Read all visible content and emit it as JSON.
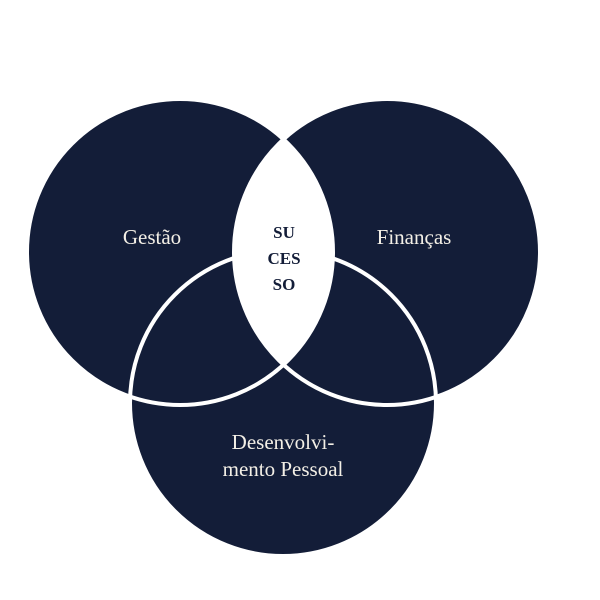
{
  "colors": {
    "circle": "#131d38",
    "outline": "#ffffff",
    "center": "#ffffff"
  },
  "circles": {
    "left": "Gestão",
    "right": "Finanças",
    "bottom_line1": "Desenvolvi-",
    "bottom_line2": "mento Pessoal"
  },
  "center": {
    "line1": "SU",
    "line2": "CES",
    "line3": "SO"
  }
}
